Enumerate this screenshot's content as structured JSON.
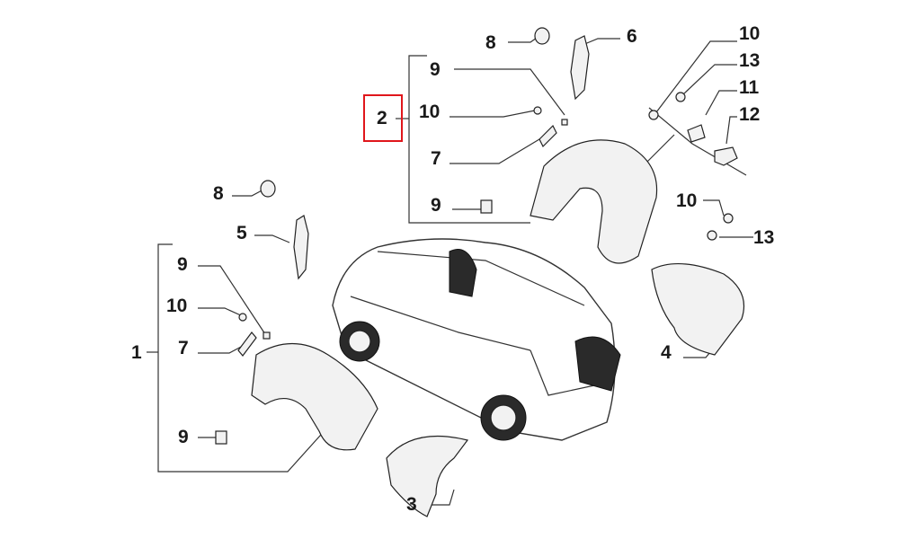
{
  "diagram": {
    "highlight_color": "#e0161b",
    "callouts": {
      "top_8": "8",
      "top_6": "6",
      "r_10a": "10",
      "r_13a": "13",
      "r_11": "11",
      "r_12": "12",
      "g2_9a": "9",
      "g2_10": "10",
      "g2_main": "2",
      "g2_7": "7",
      "g2_9b": "9",
      "l_8": "8",
      "l_5": "5",
      "r_10b": "10",
      "r_13b": "13",
      "g1_9a": "9",
      "g1_10": "10",
      "g1_main": "1",
      "g1_7": "7",
      "g1_9b": "9",
      "r_4": "4",
      "b_3": "3"
    }
  }
}
